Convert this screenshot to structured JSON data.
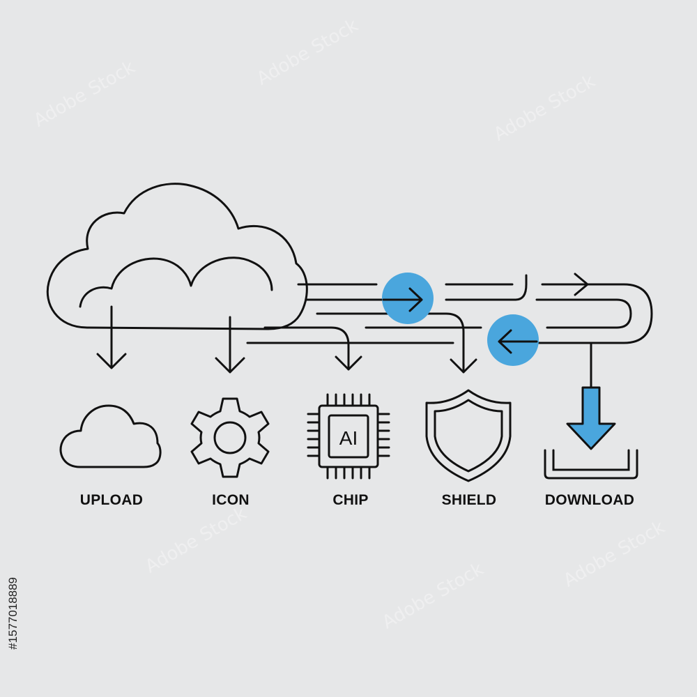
{
  "labels": {
    "upload": "UPLOAD",
    "icon": "ICON",
    "chip": "CHIP",
    "shield": "SHIELD",
    "download": "DOWNLOAD"
  },
  "chip_text": "AI",
  "stock_id": "#1577018889",
  "watermark": "Adobe Stock",
  "colors": {
    "background": "#e6e7e8",
    "stroke": "#111111",
    "accent": "#4aa6dd"
  }
}
